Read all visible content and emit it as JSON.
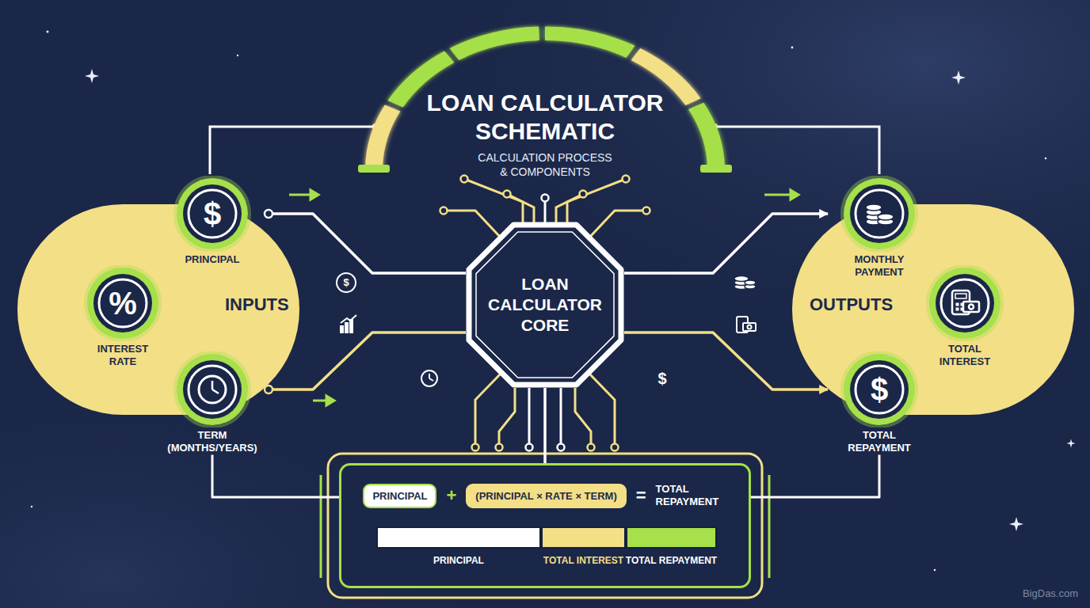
{
  "diagram": {
    "title": "LOAN CALCULATOR SCHEMATIC",
    "nodes": [
      {
        "text": [
          "INPUTS"
        ]
      },
      {
        "text": [
          "$",
          "PRINCIPAL"
        ],
        "in": 0
      },
      {
        "text": [
          "%",
          "INTEREST RATE"
        ],
        "in": 0
      },
      {
        "text": [
          "TERM (MONTHS/YEARS)"
        ],
        "in": 0
      },
      {
        "text": [
          "LOAN CALCULATOR CORE"
        ]
      },
      {
        "text": [
          "OUTPUTS"
        ]
      },
      {
        "text": [
          "MONTHLY PAYMENT"
        ],
        "in": 5
      },
      {
        "text": [
          "TOTAL INTEREST"
        ],
        "in": 5
      },
      {
        "text": [
          "$",
          "TOTAL REPAYMENT"
        ],
        "in": 5
      },
      {
        "text": [
          "+",
          "=",
          "TOTAL REPAYMENT"
        ]
      },
      {
        "text": [
          "PRINCIPAL"
        ],
        "in": 9
      },
      {
        "text": [
          "(PRINCIPAL × RATE × TERM)"
        ],
        "in": 9
      }
    ],
    "edges": [
      {
        "from": 0,
        "to": 4,
        "arrow": "to"
      },
      {
        "from": 1,
        "to": 4,
        "arrow": "none"
      },
      {
        "from": 3,
        "to": 4,
        "arrow": "none"
      },
      {
        "from": 4,
        "to": 5,
        "arrow": "to"
      },
      {
        "from": 4,
        "to": 6,
        "arrow": "to"
      },
      {
        "from": 4,
        "to": 8,
        "arrow": "to"
      },
      {
        "from": 4,
        "to": 9,
        "arrow": "none"
      },
      {
        "from": 3,
        "to": 9,
        "arrow": "none"
      },
      {
        "from": 9,
        "to": 8,
        "arrow": "none"
      }
    ],
    "labels": [
      "CALCULATION PROCESS & COMPONENTS",
      "$",
      "$",
      "BigDas.com"
    ],
    "legend": [
      {
        "text": "PRINCIPAL",
        "color": "#ffffff"
      },
      {
        "text": "TOTAL INTEREST",
        "color": "#f3df86"
      },
      {
        "text": "TOTAL REPAYMENT",
        "color": "#a6e04a"
      }
    ]
  }
}
